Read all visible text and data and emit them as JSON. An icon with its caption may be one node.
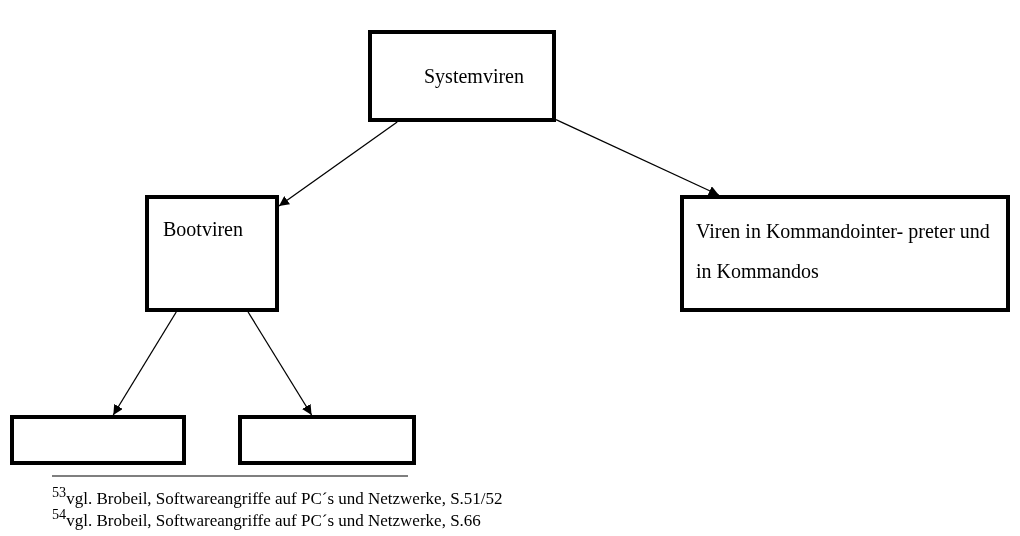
{
  "diagram": {
    "nodes": [
      {
        "text": [
          "Systemviren"
        ]
      },
      {
        "text": [
          "Bootviren"
        ]
      },
      {
        "text": [
          "Viren in Kommandointer- preter und in Kommandos"
        ]
      },
      {
        "text": [],
        "shape": "box"
      },
      {
        "text": [],
        "shape": "box"
      }
    ],
    "edges": [
      {
        "from": 0,
        "to": 1,
        "arrow": "to"
      },
      {
        "from": 0,
        "to": 2,
        "arrow": "to"
      },
      {
        "from": 1,
        "to": 3,
        "arrow": "to"
      },
      {
        "from": 1,
        "to": 4,
        "arrow": "to"
      }
    ],
    "labels": [
      "$^{53}$vgl. Brobeil, Softwareangriffe auf PC´s und Netzwerke, S.51/52",
      "$^{54}$vgl. Brobeil, Softwareangriffe auf PC´s und Netzwerke, S.66"
    ]
  }
}
